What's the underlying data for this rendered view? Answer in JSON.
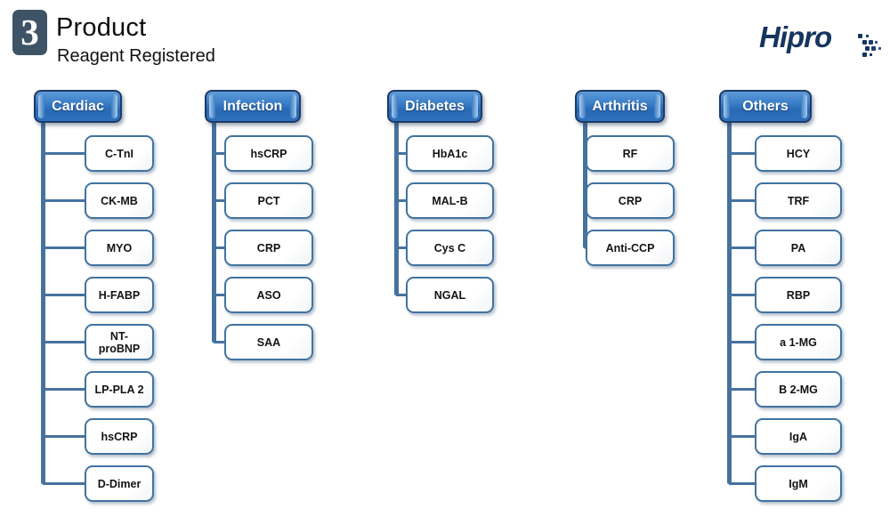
{
  "header": {
    "badge_number": "3",
    "title": "Product",
    "subtitle": "Reagent Registered",
    "logo_text": "Hipro"
  },
  "colors": {
    "header_blue": "#2e6fbb",
    "header_border": "#1e3a66",
    "connector_blue": "#46729f",
    "node_border": "#4173a0",
    "badge_bg": "#3f5367",
    "logo_navy": "#16355e"
  },
  "categories": [
    {
      "label": "Cardiac",
      "items": [
        "C-TnI",
        "CK-MB",
        "MYO",
        "H-FABP",
        "NT-proBNP",
        "LP-PLA 2",
        "hsCRP",
        "D-Dimer"
      ]
    },
    {
      "label": "Infection",
      "items": [
        "hsCRP",
        "PCT",
        "CRP",
        "ASO",
        "SAA"
      ]
    },
    {
      "label": "Diabetes",
      "items": [
        "HbA1c",
        "MAL-B",
        "Cys C",
        "NGAL"
      ]
    },
    {
      "label": "Arthritis",
      "items": [
        "RF",
        "CRP",
        "Anti-CCP"
      ]
    },
    {
      "label": "Others",
      "items": [
        "HCY",
        "TRF",
        "PA",
        "RBP",
        "a 1-MG",
        "B 2-MG",
        "IgA",
        "IgM"
      ]
    }
  ]
}
